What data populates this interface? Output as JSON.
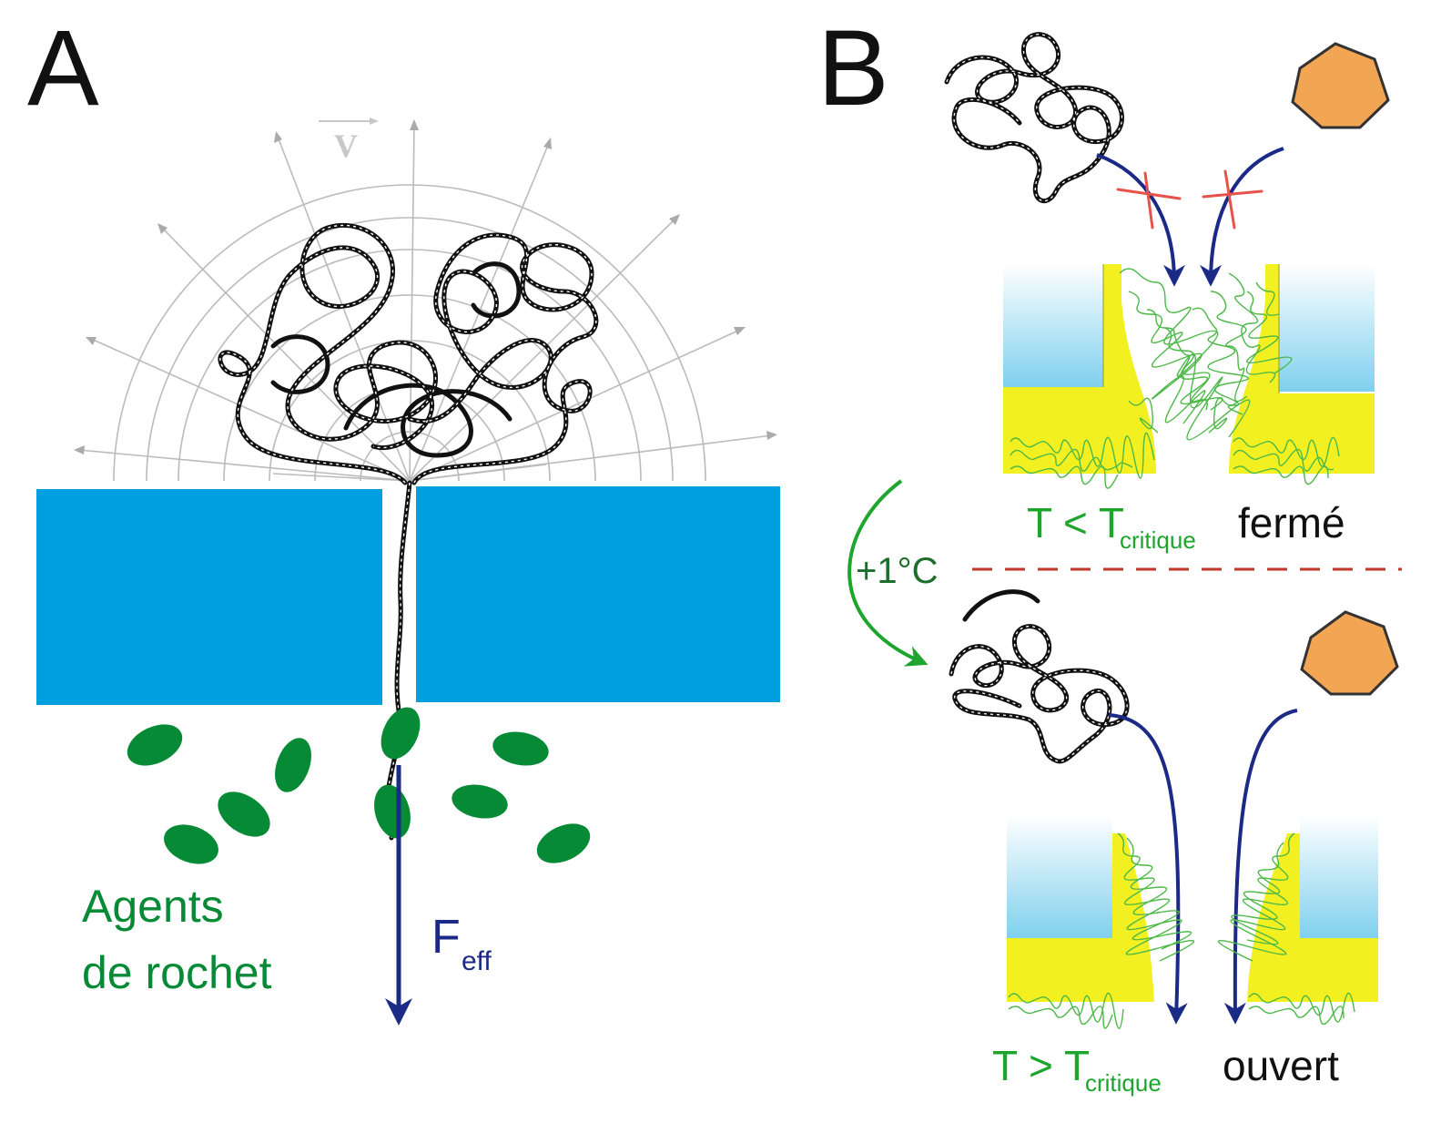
{
  "panel_a": {
    "letter": "A",
    "vector_label": "V",
    "ratchet_label_line1": "Agents",
    "ratchet_label_line2": "de rochet",
    "force_label": "F",
    "force_subscript": "eff"
  },
  "panel_b": {
    "letter": "B",
    "top_temp_prefix": "T < T",
    "top_temp_sub": "critique",
    "top_state": "fermé",
    "temp_step": "+1°C",
    "bottom_temp_prefix": "T > T",
    "bottom_temp_sub": "critique",
    "bottom_state": "ouvert"
  },
  "colors": {
    "pore_blue": "#009FDF",
    "ratchet_green": "#078A35",
    "force_navy": "#1B2A86",
    "polymer_yellow": "#F2F020",
    "brush_green": "#4CB848",
    "hexagon_orange": "#F2A553",
    "divider_red": "#C0392B",
    "block_red_x": "#E5534B",
    "grid_gray": "#BBBBBB"
  },
  "icons": {
    "dna": "dna-coil-icon",
    "molecule": "hexagon-molecule-icon"
  }
}
